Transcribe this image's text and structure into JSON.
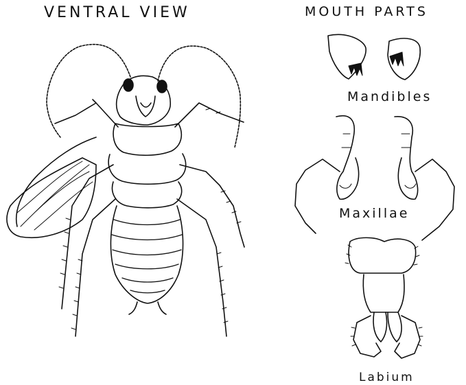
{
  "labels": {
    "ventral_view": "VENTRAL VIEW",
    "mouth_parts": "MOUTH PARTS",
    "mandibles": "Mandibles",
    "maxillae": "Maxillae",
    "labium": "Labium"
  },
  "colors": {
    "ink": "#111111",
    "paper": "#ffffff"
  }
}
